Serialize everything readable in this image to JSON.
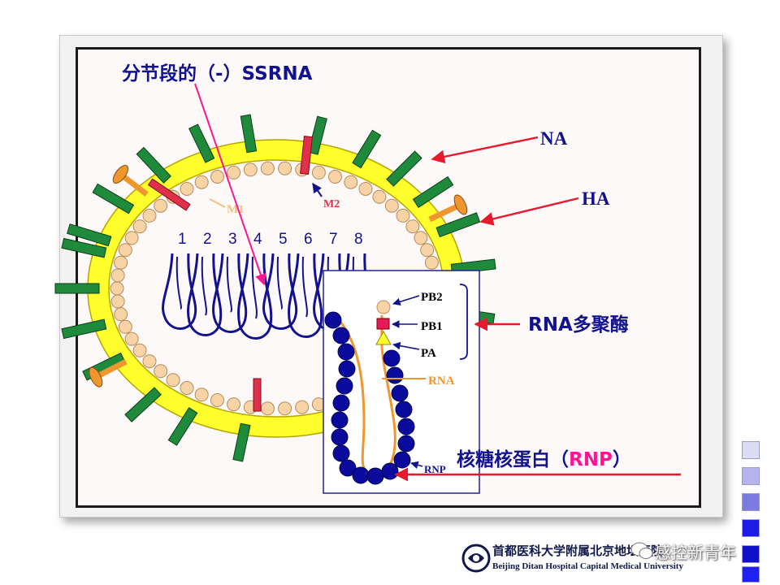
{
  "labels": {
    "segmented_rna": "分节段的（-）SSRNA",
    "na": "NA",
    "ha": "HA",
    "m1": "M1",
    "m2": "M2",
    "segment_numbers": [
      "1",
      "2",
      "3",
      "4",
      "5",
      "6",
      "7",
      "8"
    ],
    "pb2": "PB2",
    "pb1": "PB1",
    "pa": "PA",
    "rna": "RNA",
    "rnp_small": "RNP",
    "polymerase": "RNA多聚酶",
    "ribonucleoprotein_prefix": "核糖核蛋白（",
    "ribonucleoprotein_rnp": "RNP",
    "ribonucleoprotein_suffix": "）"
  },
  "footer": {
    "hospital_cn": "首都医科大学附属北京地坛医院",
    "hospital_en": "Beijing Ditan Hospital Capital Medical University"
  },
  "watermark": {
    "text": "感控新青年"
  },
  "colors": {
    "envelope_yellow": "#ffff2e",
    "lipid_bead": "#f7d3a6",
    "ha_green": "#1f8a3c",
    "na_orange": "#f0962e",
    "m2_red": "#e0304a",
    "rna_navy": "#12128f",
    "arrow_magenta": "#ff1493",
    "arrow_red": "#e8192c",
    "rnp_label": "#ff1493"
  },
  "nav_squares": [
    "#dcdcf4",
    "#b4b4ea",
    "#7c7ce0",
    "#1c1ce6",
    "#1010c8",
    "#2020f0"
  ]
}
